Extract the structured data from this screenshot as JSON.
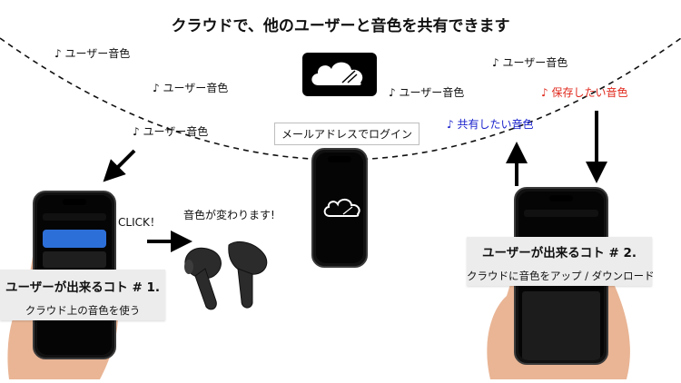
{
  "title": "クラウドで、他のユーザーと音色を共有できます",
  "cloud_notes": [
    "♪ ユーザー音色",
    "♪ ユーザー音色",
    "♪ ユーザー音色",
    "♪ ユーザー音色",
    "♪ ユーザー音色"
  ],
  "shared_note": "♪ 共有したい音色",
  "saved_note": "♪ 保存したい音色",
  "login_label": "メールアドレスでログイン",
  "click_label": "CLICK！",
  "sound_change_label": "音色が変わります!",
  "case1": {
    "title": "ユーザーが出来るコト # 1.",
    "desc": "クラウド上の音色を使う"
  },
  "case2": {
    "title": "ユーザーが出来るコト # 2.",
    "desc": "クラウドに音色をアップ / ダウンロード"
  },
  "colors": {
    "shared": "#1a22cc",
    "saved": "#e0281c",
    "cloud_box": "#000000"
  },
  "icons": [
    "music-note-icon",
    "cloud-icon",
    "arrow-icon",
    "smartphone-icon",
    "earbuds-icon",
    "hand-icon"
  ]
}
